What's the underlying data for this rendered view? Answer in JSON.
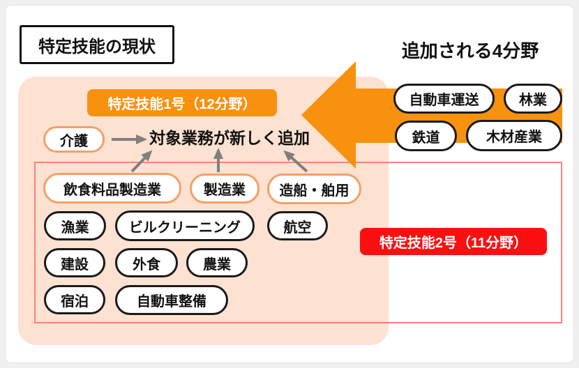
{
  "page": {
    "title": "特定技能の現状"
  },
  "added": {
    "heading": "追加される4分野",
    "fields": [
      "自動車運送",
      "林業",
      "鉄道",
      "木材産業"
    ]
  },
  "type1": {
    "label": "特定技能1号（12分野）",
    "highlight_field": "介護",
    "annotation": "対象業務が新しく追加",
    "updated_fields": [
      "飲食料品製造業",
      "製造業",
      "造船・舶用"
    ],
    "fields": [
      "漁業",
      "ビルクリーニング",
      "航空",
      "建設",
      "外食",
      "農業",
      "宿泊",
      "自動車整備"
    ]
  },
  "type2": {
    "label": "特定技能2号（11分野）"
  },
  "icons": {
    "transition_arrow": "big-left-arrow",
    "annotation_arrow": "gray-up-arrow"
  },
  "colors": {
    "accent_orange": "#F8910E",
    "accent_red": "#FA1010",
    "pink_background": "#FDE1D1",
    "red_box_border": "#F8837B",
    "orange_pill_border": "#F4A067",
    "arrow_gray": "#7F7F7F"
  }
}
